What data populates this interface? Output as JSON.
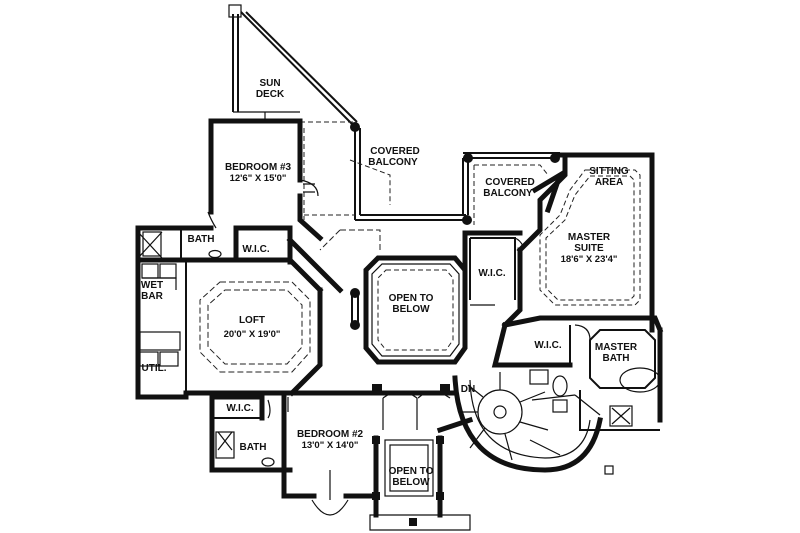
{
  "rooms": {
    "sun_deck": [
      "SUN",
      "DECK"
    ],
    "covered_balcony_top": [
      "COVERED",
      "BALCONY"
    ],
    "bedroom3": {
      "name": "BEDROOM #3",
      "dims": "12'6\" X 15'0\""
    },
    "covered_balcony_right": [
      "COVERED",
      "BALCONY"
    ],
    "sitting_area": [
      "SITTING",
      "AREA"
    ],
    "master_suite": {
      "name": [
        "MASTER",
        "SUITE"
      ],
      "dims": "18'6\" X 23'4\""
    },
    "bath_top": "BATH",
    "wic_top": "W.I.C.",
    "wet_bar": [
      "WET",
      "BAR"
    ],
    "loft": {
      "name": "LOFT",
      "dims": "20'0\" X 19'0\""
    },
    "open_below_center": [
      "OPEN TO",
      "BELOW"
    ],
    "wic_master": "W.I.C.",
    "wic_right": "W.I.C.",
    "master_bath": [
      "MASTER",
      "BATH"
    ],
    "util": "UTIL.",
    "dn": "DN",
    "wic_bottom": "W.I.C.",
    "bedroom2": {
      "name": "BEDROOM #2",
      "dims": "13'0\" X 14'0\""
    },
    "bath_bottom": "BATH",
    "open_below_bottom": [
      "OPEN TO",
      "BELOW"
    ]
  }
}
